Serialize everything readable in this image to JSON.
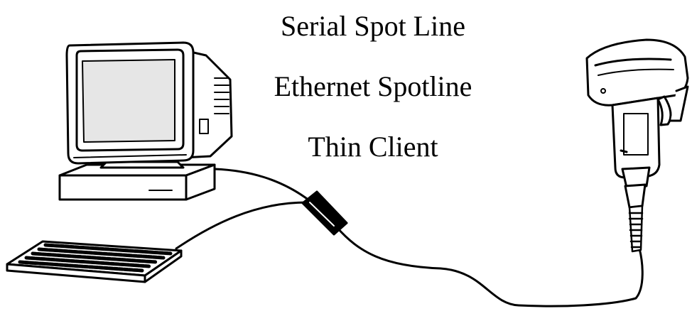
{
  "labels": [
    "Serial Spot Line",
    "Ethernet Spotline",
    "Thin Client"
  ],
  "colors": {
    "ink": "#000000",
    "paper": "#ffffff",
    "screen_shadow": "#e6e6e6"
  },
  "icons": [
    "computer-monitor-icon",
    "keyboard-icon",
    "cable-adapter-icon",
    "barcode-scanner-icon"
  ]
}
